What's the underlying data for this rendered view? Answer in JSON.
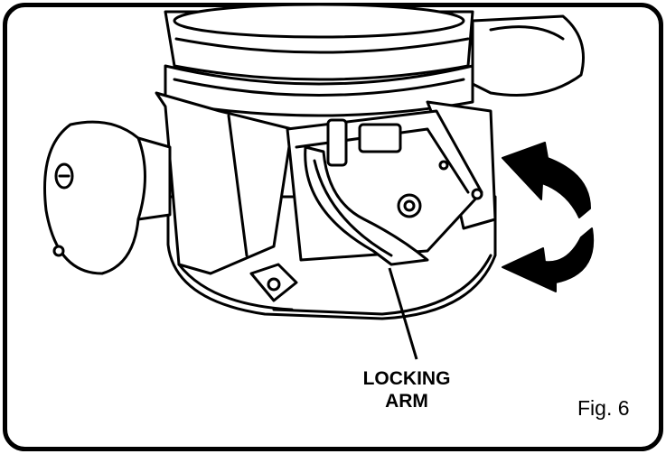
{
  "callout": {
    "line1": "LOCKING",
    "line2": "ARM"
  },
  "figure_label": "Fig. 6",
  "colors": {
    "ink": "#000000",
    "paper": "#ffffff"
  }
}
